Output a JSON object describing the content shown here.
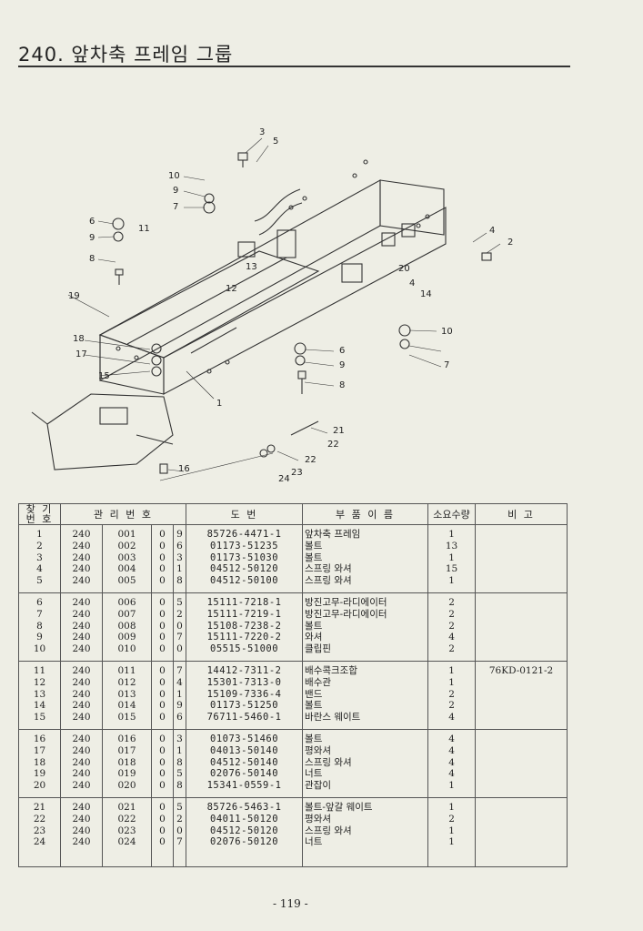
{
  "page": {
    "title": "240. 앞차축 프레임 그룹",
    "page_number": "- 119 -"
  },
  "diagram": {
    "callouts": [
      {
        "text": "3"
      },
      {
        "text": "5"
      },
      {
        "text": "10"
      },
      {
        "text": "9"
      },
      {
        "text": "7"
      },
      {
        "text": "6"
      },
      {
        "text": "11"
      },
      {
        "text": "9"
      },
      {
        "text": "8"
      },
      {
        "text": "4"
      },
      {
        "text": "2"
      },
      {
        "text": "13"
      },
      {
        "text": "20"
      },
      {
        "text": "4"
      },
      {
        "text": "12"
      },
      {
        "text": "14"
      },
      {
        "text": "19"
      },
      {
        "text": "10"
      },
      {
        "text": "18"
      },
      {
        "text": "6"
      },
      {
        "text": "17"
      },
      {
        "text": "9"
      },
      {
        "text": "7"
      },
      {
        "text": "15"
      },
      {
        "text": "8"
      },
      {
        "text": "1"
      },
      {
        "text": "21"
      },
      {
        "text": "22"
      },
      {
        "text": "22"
      },
      {
        "text": "23"
      },
      {
        "text": "24"
      },
      {
        "text": "16"
      }
    ]
  },
  "table": {
    "headers": {
      "find_no": "찾 기 번 호",
      "mgmt_no": "관 리 번 호",
      "drawing": "도 번",
      "part_name": "부 품 이 름",
      "qty": "소요수량",
      "remarks": "비 고"
    },
    "groups": [
      [
        {
          "no": "1",
          "a": "240",
          "b": "001",
          "c": "0",
          "d": "9",
          "dwg": "85726-4471-1",
          "name": "앞차축 프레임",
          "qty": "1",
          "remark": ""
        },
        {
          "no": "2",
          "a": "240",
          "b": "002",
          "c": "0",
          "d": "6",
          "dwg": "01173-51235",
          "name": "볼트",
          "qty": "13",
          "remark": ""
        },
        {
          "no": "3",
          "a": "240",
          "b": "003",
          "c": "0",
          "d": "3",
          "dwg": "01173-51030",
          "name": "볼트",
          "qty": "1",
          "remark": ""
        },
        {
          "no": "4",
          "a": "240",
          "b": "004",
          "c": "0",
          "d": "1",
          "dwg": "04512-50120",
          "name": "스프링 와셔",
          "qty": "15",
          "remark": ""
        },
        {
          "no": "5",
          "a": "240",
          "b": "005",
          "c": "0",
          "d": "8",
          "dwg": "04512-50100",
          "name": "스프링 와셔",
          "qty": "1",
          "remark": ""
        }
      ],
      [
        {
          "no": "6",
          "a": "240",
          "b": "006",
          "c": "0",
          "d": "5",
          "dwg": "15111-7218-1",
          "name": "방진고무-라디에이터",
          "qty": "2",
          "remark": ""
        },
        {
          "no": "7",
          "a": "240",
          "b": "007",
          "c": "0",
          "d": "2",
          "dwg": "15111-7219-1",
          "name": "방진고무-라디에이터",
          "qty": "2",
          "remark": ""
        },
        {
          "no": "8",
          "a": "240",
          "b": "008",
          "c": "0",
          "d": "0",
          "dwg": "15108-7238-2",
          "name": "볼트",
          "qty": "2",
          "remark": ""
        },
        {
          "no": "9",
          "a": "240",
          "b": "009",
          "c": "0",
          "d": "7",
          "dwg": "15111-7220-2",
          "name": "와셔",
          "qty": "4",
          "remark": ""
        },
        {
          "no": "10",
          "a": "240",
          "b": "010",
          "c": "0",
          "d": "0",
          "dwg": "05515-51000",
          "name": "클립핀",
          "qty": "2",
          "remark": ""
        }
      ],
      [
        {
          "no": "11",
          "a": "240",
          "b": "011",
          "c": "0",
          "d": "7",
          "dwg": "14412-7311-2",
          "name": "배수콕크조합",
          "qty": "1",
          "remark": "76KD-0121-2"
        },
        {
          "no": "12",
          "a": "240",
          "b": "012",
          "c": "0",
          "d": "4",
          "dwg": "15301-7313-0",
          "name": "배수관",
          "qty": "1",
          "remark": ""
        },
        {
          "no": "13",
          "a": "240",
          "b": "013",
          "c": "0",
          "d": "1",
          "dwg": "15109-7336-4",
          "name": "밴드",
          "qty": "2",
          "remark": ""
        },
        {
          "no": "14",
          "a": "240",
          "b": "014",
          "c": "0",
          "d": "9",
          "dwg": "01173-51250",
          "name": "볼트",
          "qty": "2",
          "remark": ""
        },
        {
          "no": "15",
          "a": "240",
          "b": "015",
          "c": "0",
          "d": "6",
          "dwg": "76711-5460-1",
          "name": "바란스 웨이트",
          "qty": "4",
          "remark": ""
        }
      ],
      [
        {
          "no": "16",
          "a": "240",
          "b": "016",
          "c": "0",
          "d": "3",
          "dwg": "01073-51460",
          "name": "볼트",
          "qty": "4",
          "remark": ""
        },
        {
          "no": "17",
          "a": "240",
          "b": "017",
          "c": "0",
          "d": "1",
          "dwg": "04013-50140",
          "name": "평와셔",
          "qty": "4",
          "remark": ""
        },
        {
          "no": "18",
          "a": "240",
          "b": "018",
          "c": "0",
          "d": "8",
          "dwg": "04512-50140",
          "name": "스프링 와셔",
          "qty": "4",
          "remark": ""
        },
        {
          "no": "19",
          "a": "240",
          "b": "019",
          "c": "0",
          "d": "5",
          "dwg": "02076-50140",
          "name": "너트",
          "qty": "4",
          "remark": ""
        },
        {
          "no": "20",
          "a": "240",
          "b": "020",
          "c": "0",
          "d": "8",
          "dwg": "15341-0559-1",
          "name": "관잡이",
          "qty": "1",
          "remark": ""
        }
      ],
      [
        {
          "no": "21",
          "a": "240",
          "b": "021",
          "c": "0",
          "d": "5",
          "dwg": "85726-5463-1",
          "name": "볼트-앞갈 웨이트",
          "qty": "1",
          "remark": ""
        },
        {
          "no": "22",
          "a": "240",
          "b": "022",
          "c": "0",
          "d": "2",
          "dwg": "04011-50120",
          "name": "평와셔",
          "qty": "2",
          "remark": ""
        },
        {
          "no": "23",
          "a": "240",
          "b": "023",
          "c": "0",
          "d": "0",
          "dwg": "04512-50120",
          "name": "스프링 와셔",
          "qty": "1",
          "remark": ""
        },
        {
          "no": "24",
          "a": "240",
          "b": "024",
          "c": "0",
          "d": "7",
          "dwg": "02076-50120",
          "name": "너트",
          "qty": "1",
          "remark": ""
        }
      ]
    ]
  }
}
